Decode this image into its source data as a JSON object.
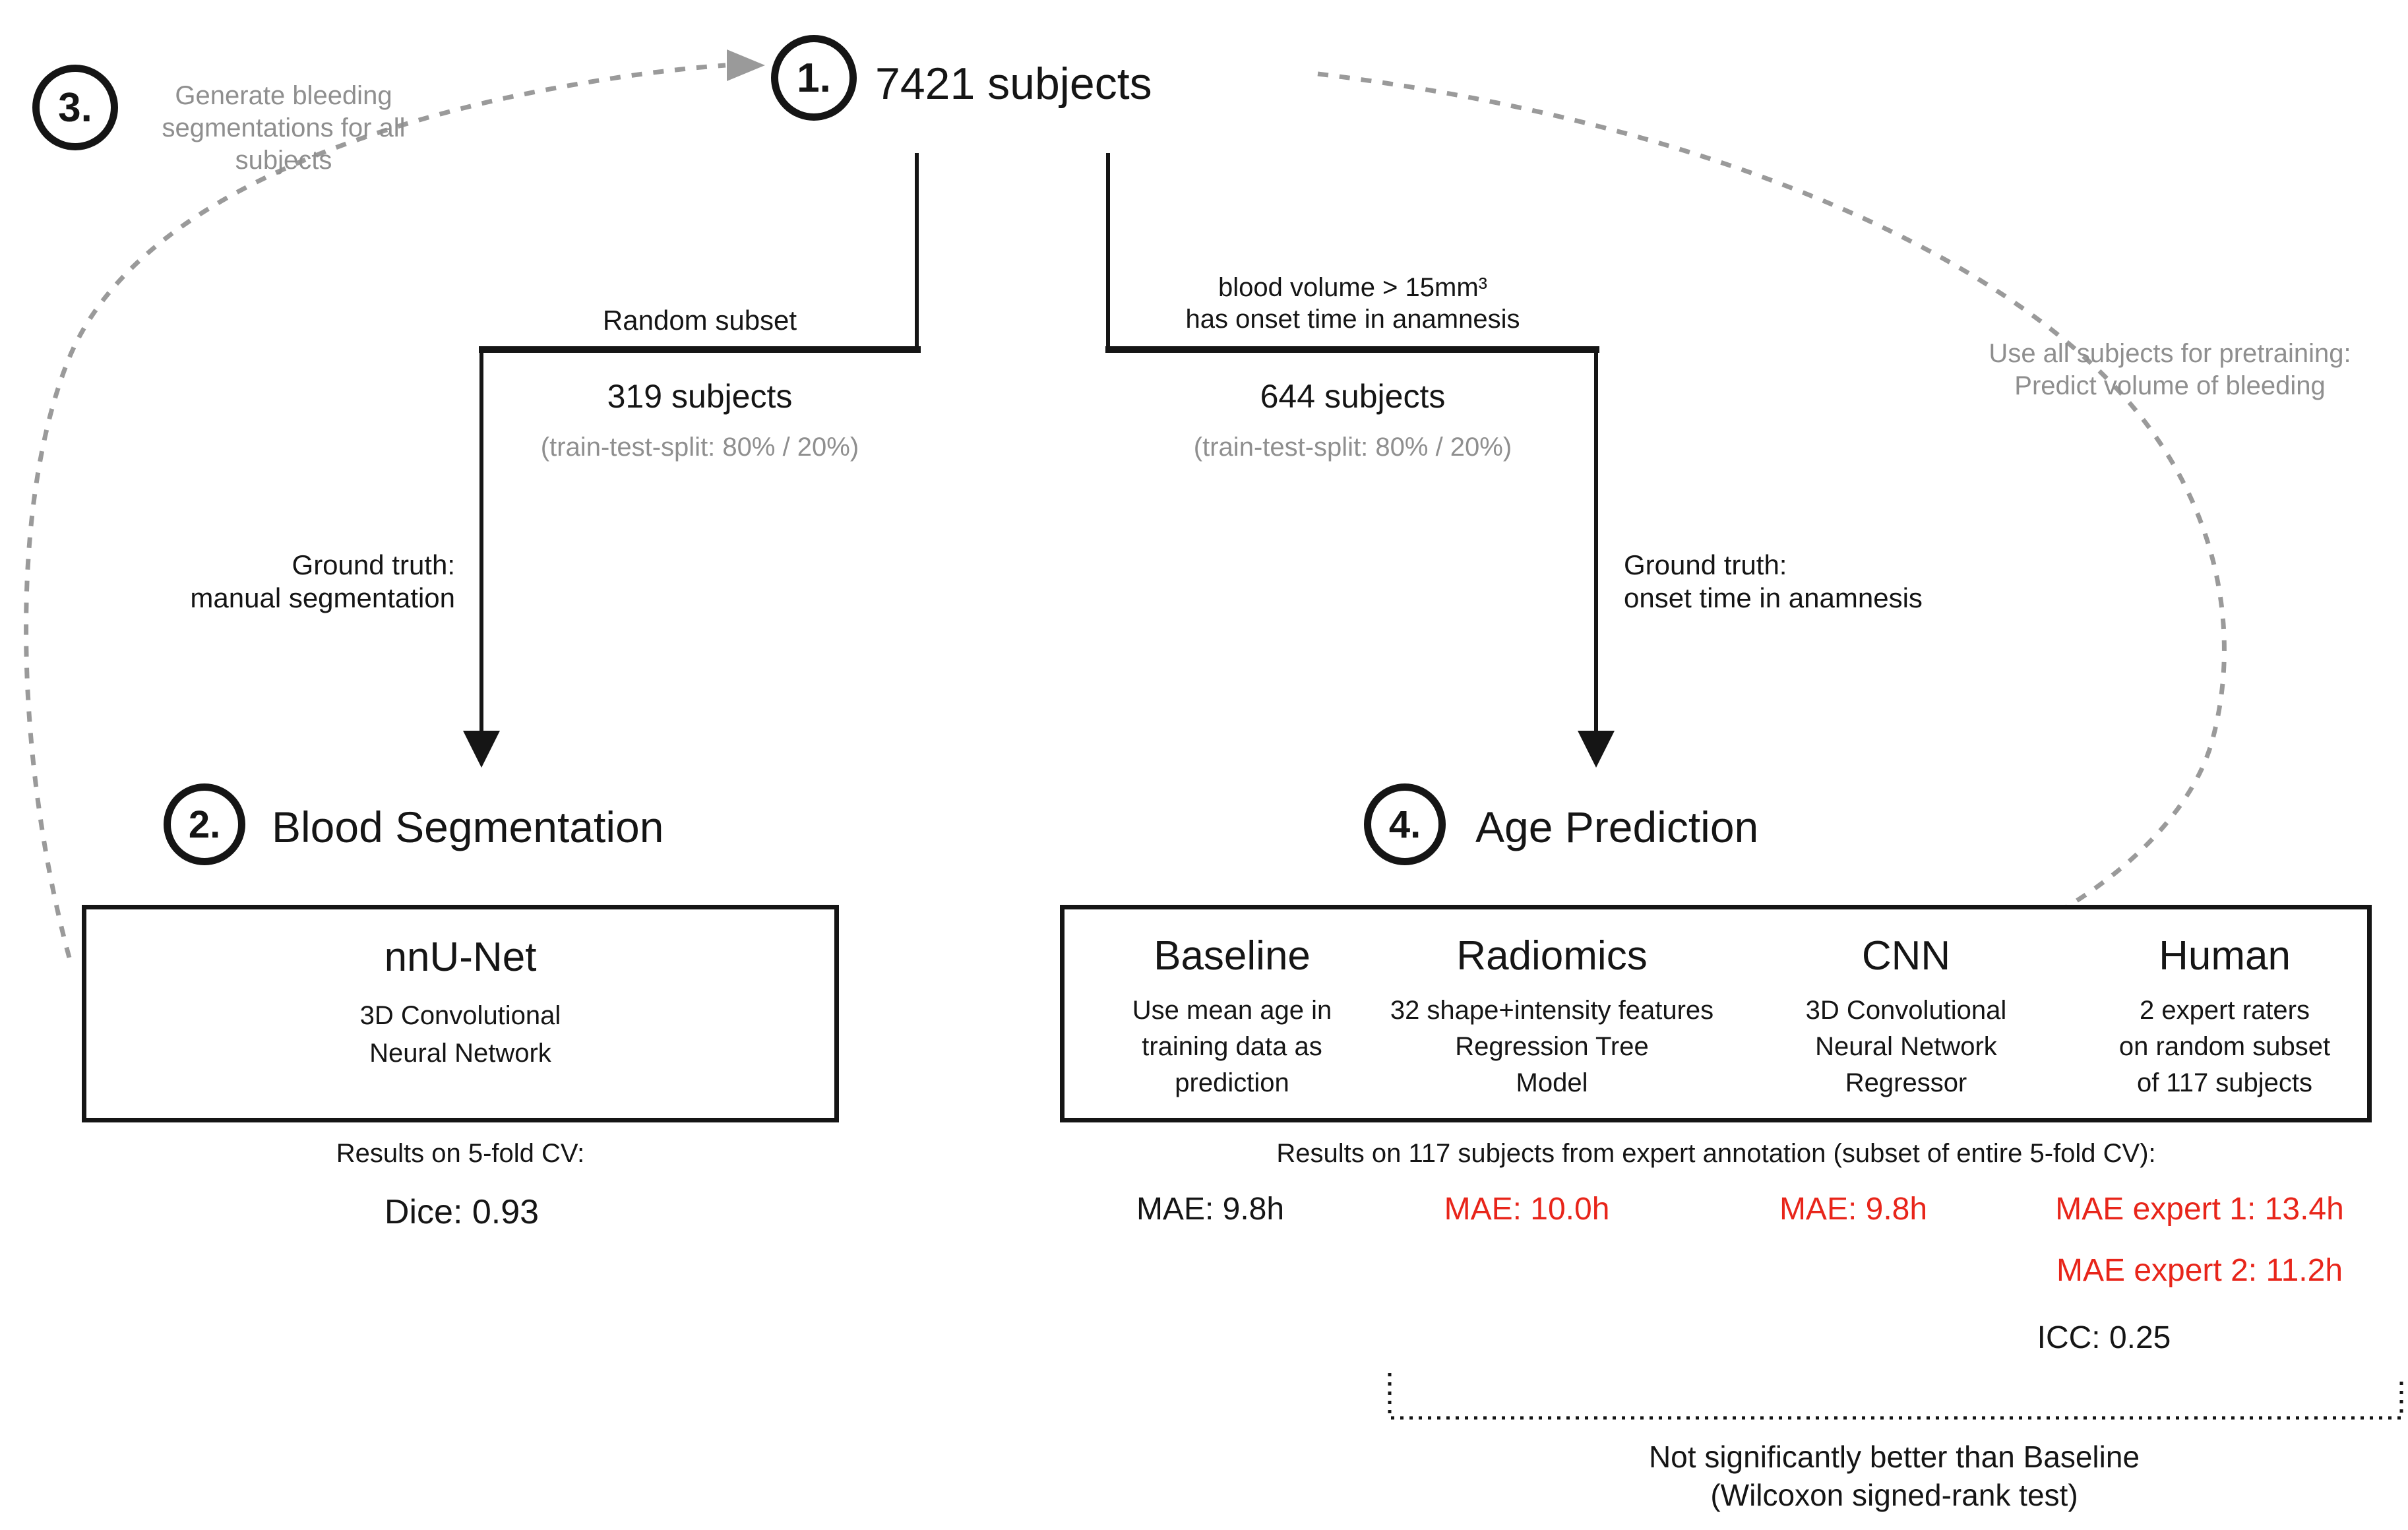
{
  "colors": {
    "red": "#e8251a",
    "black": "#151515",
    "gray_text": "#8f8f8f",
    "dash_gray": "#9a9a9a"
  },
  "step1": {
    "number": "1.",
    "label": "7421 subjects"
  },
  "step3_note": {
    "number": "3.",
    "line1": "Generate bleeding",
    "line2": "segmentations for all",
    "line3": "subjects"
  },
  "left_branch": {
    "condition": "Random subset",
    "count": "319 subjects",
    "split": "(train-test-split: 80% / 20%)",
    "ground_truth_line1": "Ground truth:",
    "ground_truth_line2": "manual segmentation"
  },
  "right_branch": {
    "condition_line1": "blood volume > 15mm³",
    "condition_line2": "has onset time in anamnesis",
    "count": "644 subjects",
    "split": "(train-test-split: 80% / 20%)",
    "ground_truth_line1": "Ground truth:",
    "ground_truth_line2": "onset time in anamnesis"
  },
  "pretrain_note": {
    "line1": "Use all subjects for pretraining:",
    "line2": "Predict volume of bleeding"
  },
  "step2": {
    "number": "2.",
    "label": "Blood Segmentation"
  },
  "step4": {
    "number": "4.",
    "label": "Age Prediction"
  },
  "segmentation_box": {
    "title": "nnU-Net",
    "desc_line1": "3D Convolutional",
    "desc_line2": "Neural Network",
    "results_caption": "Results on 5-fold CV:",
    "result": "Dice: 0.93"
  },
  "age_box": {
    "columns": [
      {
        "title": "Baseline",
        "desc": [
          "Use mean age in",
          "training data as",
          "prediction"
        ]
      },
      {
        "title": "Radiomics",
        "desc": [
          "32 shape+intensity features",
          "Regression Tree",
          "Model"
        ]
      },
      {
        "title": "CNN",
        "desc": [
          "3D Convolutional",
          "Neural Network",
          "Regressor"
        ]
      },
      {
        "title": "Human",
        "desc": [
          "2 expert raters",
          "on random subset",
          "of 117 subjects"
        ]
      }
    ]
  },
  "age_results": {
    "caption": "Results on 117 subjects from expert annotation (subset of entire 5-fold CV):",
    "baseline": "MAE: 9.8h",
    "radiomics": "MAE: 10.0h",
    "cnn": "MAE: 9.8h",
    "human_expert1": "MAE expert 1: 13.4h",
    "human_expert2": "MAE expert 2: 11.2h",
    "human_icc": "ICC: 0.25"
  },
  "significance_note": {
    "line1": "Not significantly better than Baseline",
    "line2": "(Wilcoxon signed-rank test)"
  }
}
